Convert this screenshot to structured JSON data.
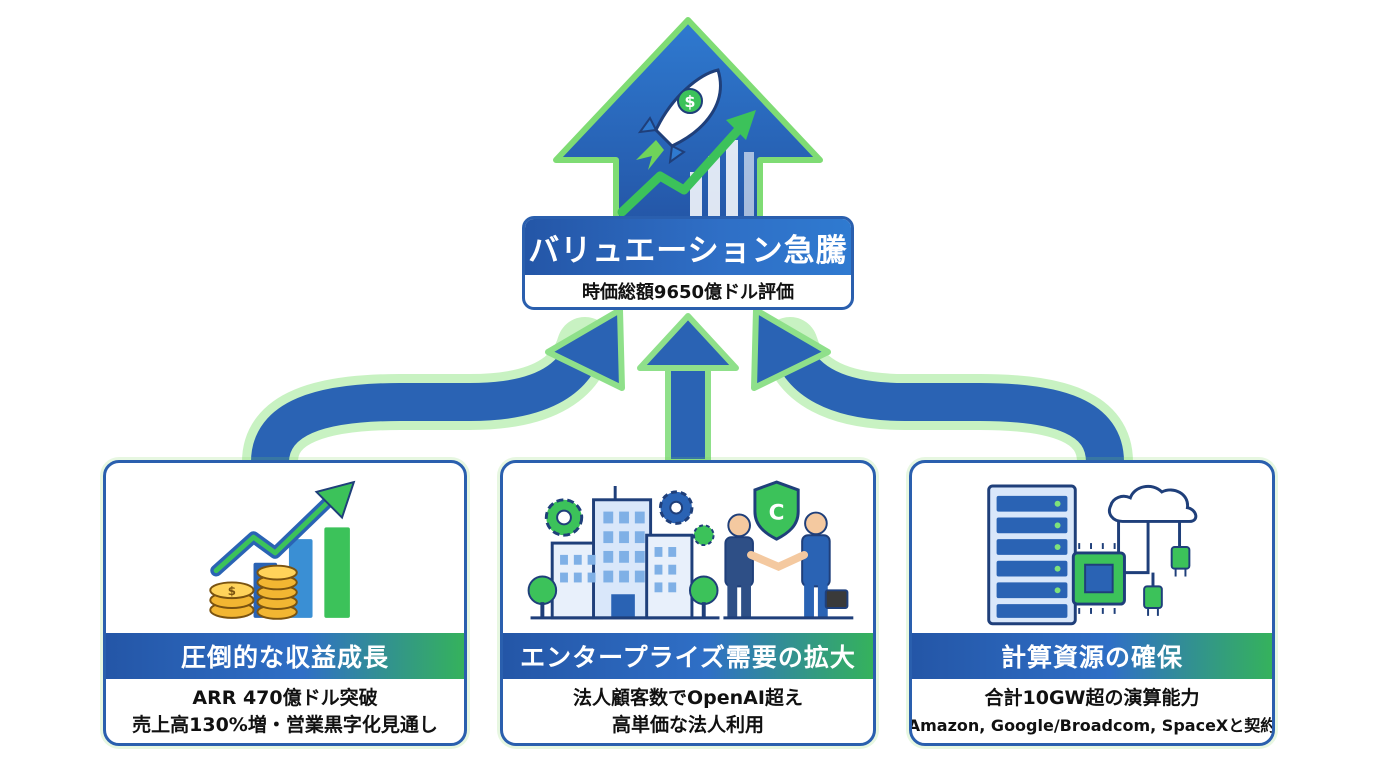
{
  "top": {
    "title": "バリュエーション急騰",
    "subtitle": "時価総額9650億ドル評価"
  },
  "cards": [
    {
      "title": "圧倒的な収益成長",
      "line1": "ARR 470億ドル突破",
      "line2": "売上高130%増・営業黒字化見通し"
    },
    {
      "title": "エンタープライズ需要の拡大",
      "line1": "法人顧客数でOpenAI超え",
      "line2": "高単価な法人利用"
    },
    {
      "title": "計算資源の確保",
      "line1": "合計10GW超の演算能力",
      "line2": "Amazon, Google/Broadcom, SpaceXと契約"
    }
  ],
  "icons": {
    "card2_shield_letter": "C"
  },
  "colors": {
    "blue": "#2a5fae",
    "blue_light": "#2f7ad0",
    "green": "#3cc25a",
    "glow": "#7ee27a",
    "gold": "#f2b632"
  }
}
